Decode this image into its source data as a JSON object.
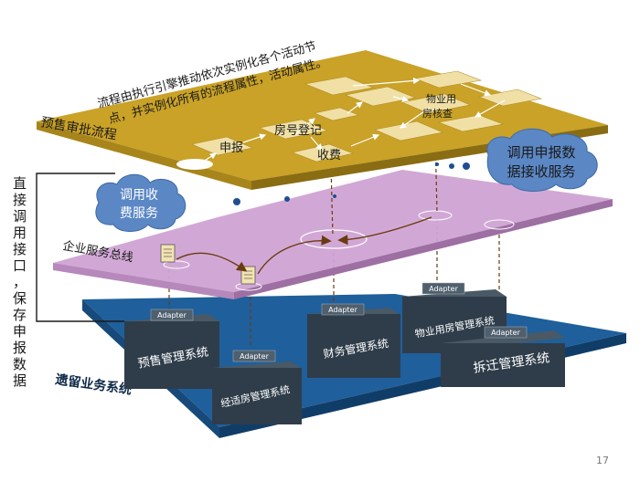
{
  "colors": {
    "gold_top": "#c9a227",
    "gold_side": "#8a6c12",
    "violet_top": "#cfa3d3",
    "violet_side": "#9e6fa3",
    "blue_top": "#1f5f9b",
    "blue_side": "#103d68",
    "box_dark": "#2f3d4a",
    "cloud_blue": "#5b87c5",
    "arrow_brown": "#6b3b10",
    "dot_blue": "#1f4e91"
  },
  "top_layer": {
    "label": "预售审批流程",
    "description_line1": "流程由执行引擎推动依次实例化各个活动节",
    "description_line2": "点，并实例化所有的流程属性，活动属性。",
    "nodes": {
      "shenbao": "申报",
      "fanghao": "房号登记",
      "shoufei": "收费",
      "wuye_line1": "物业用",
      "wuye_line2": "房核查"
    }
  },
  "middle_layer": {
    "label": "企业服务总线"
  },
  "bottom_layer": {
    "label": "遗留业务系统"
  },
  "clouds": {
    "shoufei_service_line1": "调用收",
    "shoufei_service_line2": "费服务",
    "receive_service_line1": "调用申报数",
    "receive_service_line2": "据接收服务"
  },
  "side_note": {
    "chars": [
      "直",
      "接",
      "调",
      "用",
      "接",
      "口",
      "，",
      "保",
      "存",
      "申",
      "报",
      "数",
      "据"
    ]
  },
  "systems": {
    "adapter": "Adapter",
    "presale": "预售管理系统",
    "housing": "经适房管理系统",
    "finance": "财务管理系统",
    "property": "物业用房管理系统",
    "demolition": "拆迁管理系统"
  },
  "page_number": "17"
}
